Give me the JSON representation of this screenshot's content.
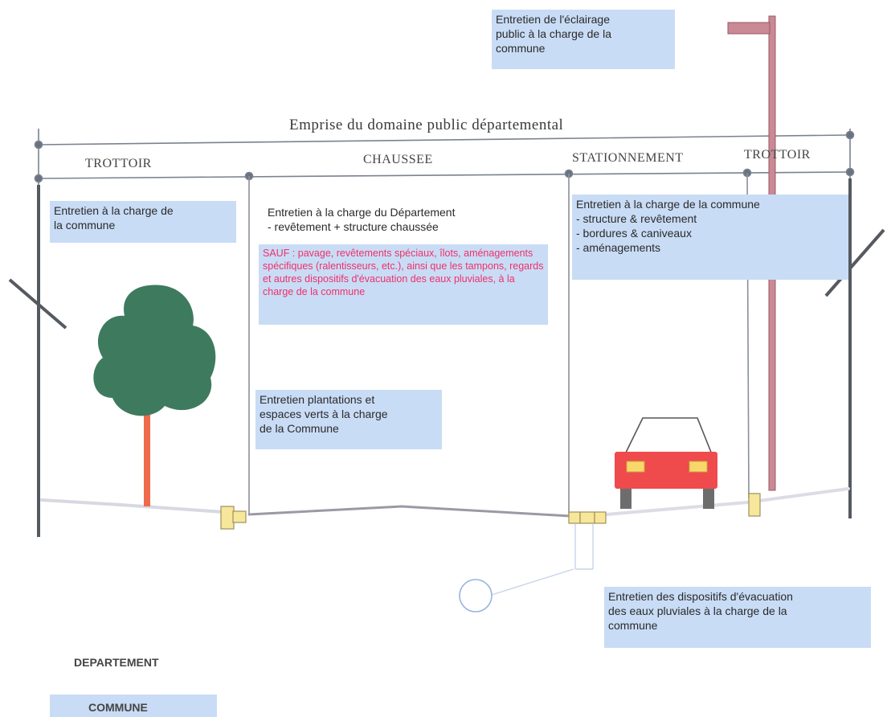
{
  "header": {
    "title": "Emprise du domaine public départemental"
  },
  "zones": {
    "trottoir_left": "TROTTOIR",
    "chaussee": "CHAUSSEE",
    "stationnement": "STATIONNEMENT",
    "trottoir_right": "TROTTOIR"
  },
  "notes": {
    "eclairage": "Entretien de l'éclairage\npublic à la charge de la\ncommune",
    "trottoir": "Entretien à la charge de\nla commune",
    "departement": "Entretien à la charge du Département\n  -  revêtement + structure chaussée",
    "sauf": "SAUF : pavage, revêtements spéciaux, îlots, aménagements spécifiques (ralentisseurs, etc.), ainsi que les tampons, regards et autres dispositifs d'évacuation des eaux pluviales, à la charge de la commune",
    "commune": "Entretien à la charge de la commune\n- structure & revêtement\n- bordures & caniveaux\n- aménagements",
    "plantations": "Entretien plantations et\nespaces verts à la charge\nde la Commune",
    "evacuation": "Entretien des dispositifs d'évacuation\ndes eaux pluviales à la charge de la\ncommune"
  },
  "legend": {
    "departement": "DEPARTEMENT",
    "commune": "COMMUNE"
  },
  "colors": {
    "commune_fill": "#c9dcf6",
    "department_fill": "#ffffff",
    "exception_text": "#f0306a",
    "tree": "#3e7a5e",
    "trunk": "#ee6a4a",
    "car": "#ef4a4c",
    "lamp_post": "#c98a95"
  }
}
